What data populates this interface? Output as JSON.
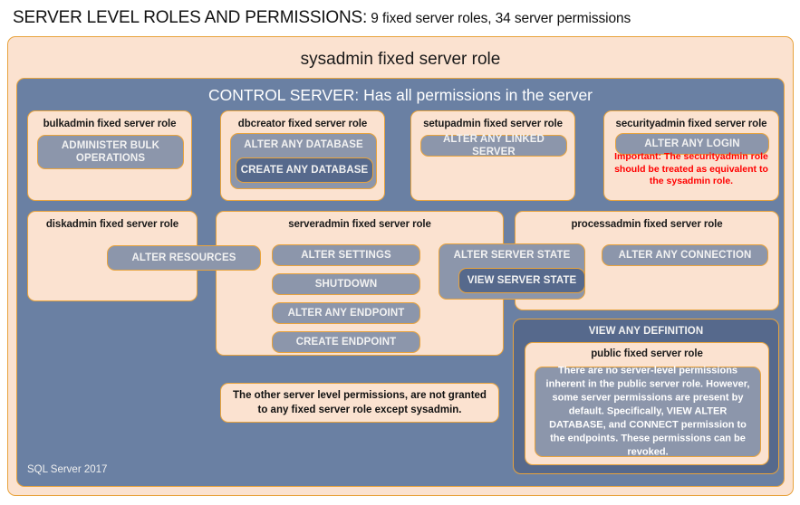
{
  "title": {
    "main": "SERVER LEVEL ROLES AND PERMISSIONS:",
    "sub": " 9 fixed server roles, 34 server permissions"
  },
  "colors": {
    "peach": "#FBE2D0",
    "slate": "#6A80A3",
    "permission": "#8C96AB",
    "permission_dark": "#56698C",
    "border": "#E8A33D",
    "warning": "#FF0000"
  },
  "sysadmin": {
    "label": "sysadmin  fixed  server  role"
  },
  "control_server": {
    "label": "CONTROL SERVER: Has all permissions in the server"
  },
  "roles": {
    "bulkadmin": {
      "title": "bulkadmin  fixed server role",
      "permissions": [
        "ADMINISTER  BULK\nOPERATIONS"
      ]
    },
    "dbcreator": {
      "title": "dbcreator fixed server role",
      "permission_outer": "ALTER ANY DATABASE",
      "permission_inner": "CREATE  ANY DATABASE"
    },
    "setupadmin": {
      "title": "setupadmin fixed server role",
      "permissions": [
        "ALTER ANY LINKED SERVER"
      ]
    },
    "securityadmin": {
      "title": "securityadmin  fixed server role",
      "permissions": [
        "ALTER ANY LOGIN"
      ],
      "note": "Important:  The securityadmin role should  be treated as equivalent to the  sysadmin role."
    },
    "diskadmin": {
      "title": "diskadmin fixed server role",
      "permissions": [
        "ALTER RESOURCES"
      ]
    },
    "serveradmin": {
      "title": "serveradmin fixed server role",
      "permissions": [
        "ALTER SETTINGS",
        "SHUTDOWN",
        "ALTER ANY ENDPOINT",
        "CREATE  ENDPOINT"
      ],
      "permission_outer": "ALTER SERVER STATE",
      "permission_inner": "VIEW SERVER STATE"
    },
    "processadmin": {
      "title": "processadmin fixed server role",
      "permissions": [
        "ALTER ANY CONNECTION"
      ]
    },
    "public": {
      "outer_permission": "VIEW ANY DEFINITION",
      "title": "public  fixed server role",
      "body": "There are no server-level permissions inherent in the public server role. However, some server permissions are present by default. Specifically, VIEW ALTER DATABASE, and CONNECT permission to the endpoints. These permissions can be revoked."
    }
  },
  "other_permissions_note": {
    "text": "The other server level permissions,  are not granted to any fixed server role except sysadmin."
  },
  "footer": {
    "label": "SQL Server 2017"
  }
}
